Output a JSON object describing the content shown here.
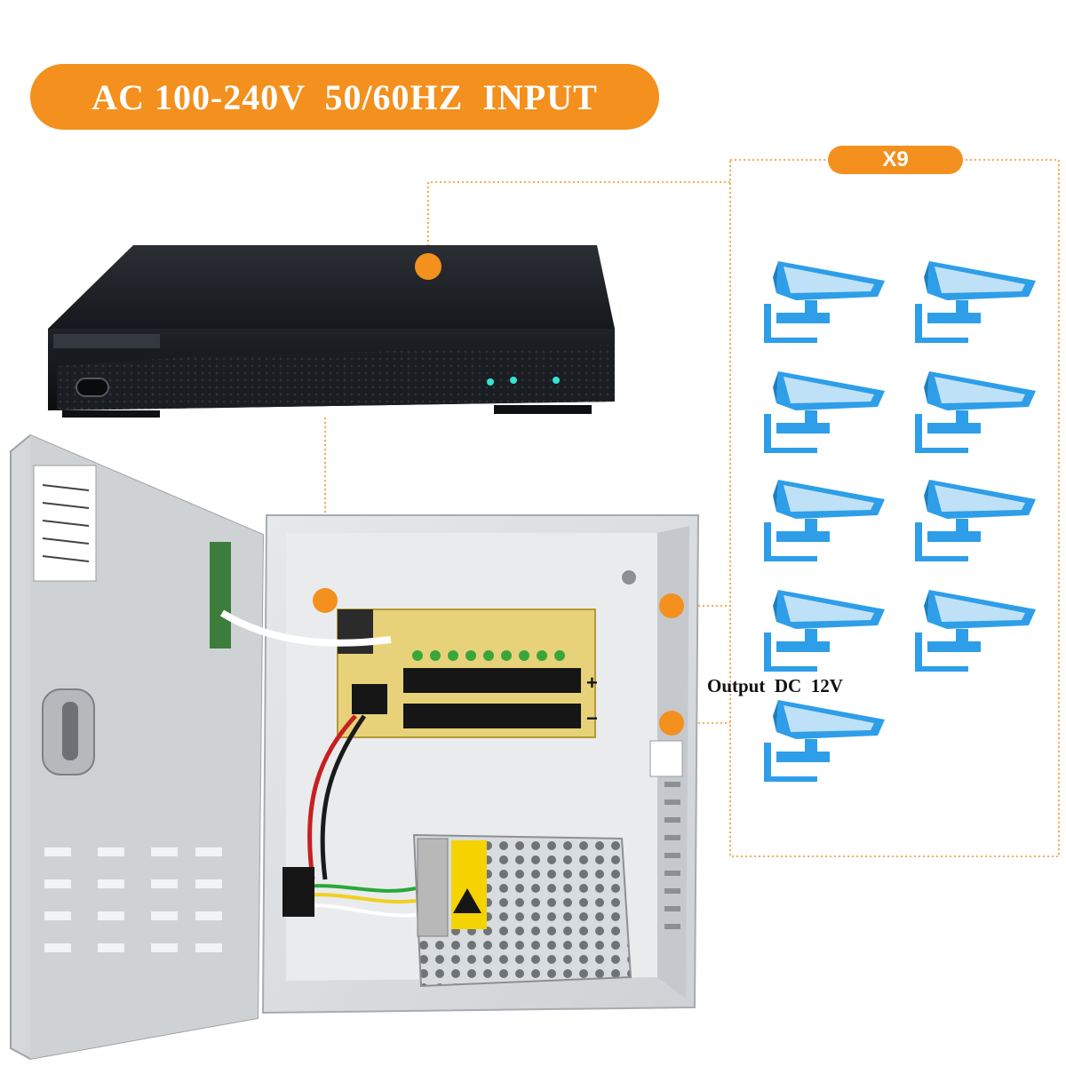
{
  "banner": {
    "label": "AC 100-240V  50/60HZ  INPUT"
  },
  "cameras": {
    "count_label": "X9",
    "count": 9,
    "color": "#2e9ee8"
  },
  "output": {
    "label": "Output  DC  12V"
  },
  "colors": {
    "accent": "#f3901e",
    "camera": "#2e9ee8"
  },
  "icons": {
    "recorder": "dvr-recorder-icon",
    "power_box": "power-supply-cabinet-icon",
    "camera": "cctv-camera-icon"
  }
}
